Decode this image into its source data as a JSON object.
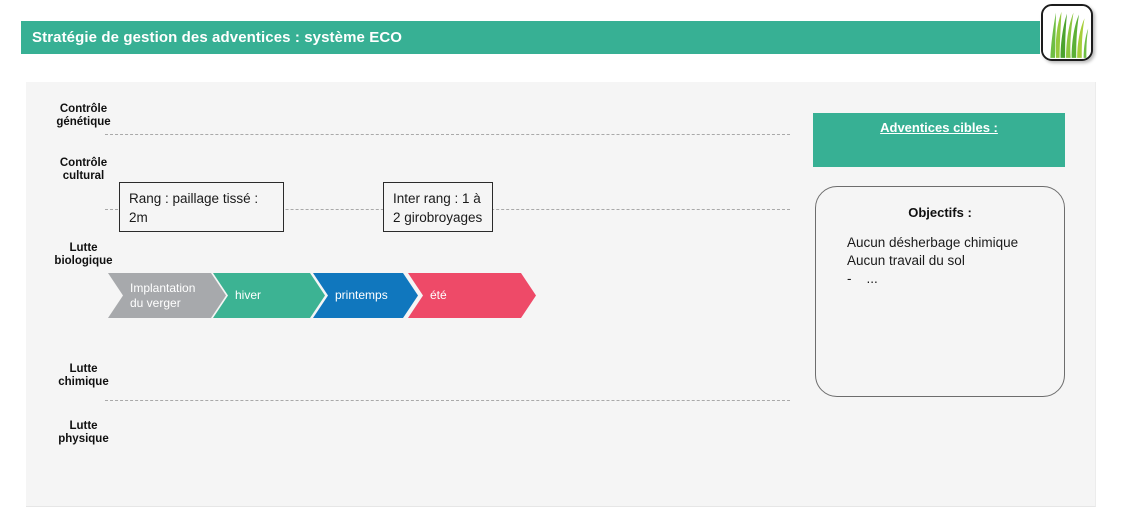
{
  "header": {
    "title": "Stratégie de gestion des adventices : système ECO",
    "bar_color": "#37B094",
    "logo_name": "grass-logo"
  },
  "rows": {
    "labels": [
      {
        "line1": "Contrôle",
        "line2": "génétique"
      },
      {
        "line1": "Contrôle",
        "line2": "cultural"
      },
      {
        "line1": "Lutte",
        "line2": "biologique"
      },
      {
        "line1": "Lutte",
        "line2": "chimique"
      },
      {
        "line1": "Lutte",
        "line2": "physique"
      }
    ]
  },
  "practices": [
    {
      "line1": "Rang : paillage tissé :",
      "line2": "2m"
    },
    {
      "line1": "Inter rang : 1 à",
      "line2": "2 girobroyages"
    }
  ],
  "timeline": {
    "steps": [
      {
        "label_line1": "Implantation",
        "label_line2": "du verger",
        "color": "#A7A9AC"
      },
      {
        "label_line1": "hiver",
        "label_line2": "",
        "color": "#3CB393"
      },
      {
        "label_line1": "printemps",
        "label_line2": "",
        "color": "#1077BE"
      },
      {
        "label_line1": "été",
        "label_line2": "",
        "color": "#EE4A68"
      }
    ]
  },
  "targets": {
    "title": "Adventices cibles :"
  },
  "objectives": {
    "title": "Objectifs :",
    "lines": [
      "Aucun désherbage chimique",
      "Aucun travail du sol",
      "-    ..."
    ]
  }
}
